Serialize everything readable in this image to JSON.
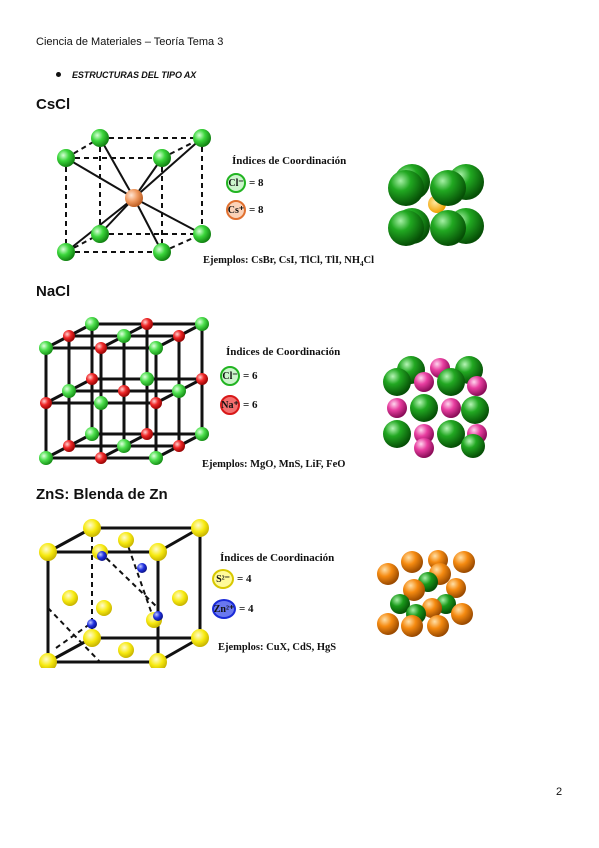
{
  "header": {
    "text": "Ciencia de Materiales – Teoría Tema 3"
  },
  "bullet": {
    "text": "ESTRUCTURAS DEL TIPO AX"
  },
  "sections": {
    "cscl": {
      "title": "CsCl",
      "ic_title": "Índices de Coordinación",
      "ion1_label": "Cl⁻",
      "ion1_value": "= 8",
      "ion2_label": "Cs⁺",
      "ion2_value": "= 8",
      "examples": "Ejemplos: CsBr, CsI, TlCl, TlI, NH₄Cl"
    },
    "nacl": {
      "title": "NaCl",
      "ic_title": "Índices de Coordinación",
      "ion1_label": "Cl⁻",
      "ion1_value": "= 6",
      "ion2_label": "Na⁺",
      "ion2_value": "= 6",
      "examples": "Ejemplos: MgO, MnS, LiF, FeO"
    },
    "zns": {
      "title": "ZnS: Blenda de Zn",
      "ic_title": "Índices de Coordinación",
      "ion1_label": "S²⁻",
      "ion1_value": "= 4",
      "ion2_label": "Zn²⁺",
      "ion2_value": "= 4",
      "examples": "Ejemplos: CuX, CdS, HgS"
    }
  },
  "page_number": "2",
  "colors": {
    "green": "#22b422",
    "orange_cs": "#f09a60",
    "red": "#e01818",
    "yellow": "#f5e60a",
    "blue": "#1a2ad8",
    "pink": "#e63ea0",
    "orange_zns": "#f08a10",
    "dark_green": "#0e8a0e"
  }
}
